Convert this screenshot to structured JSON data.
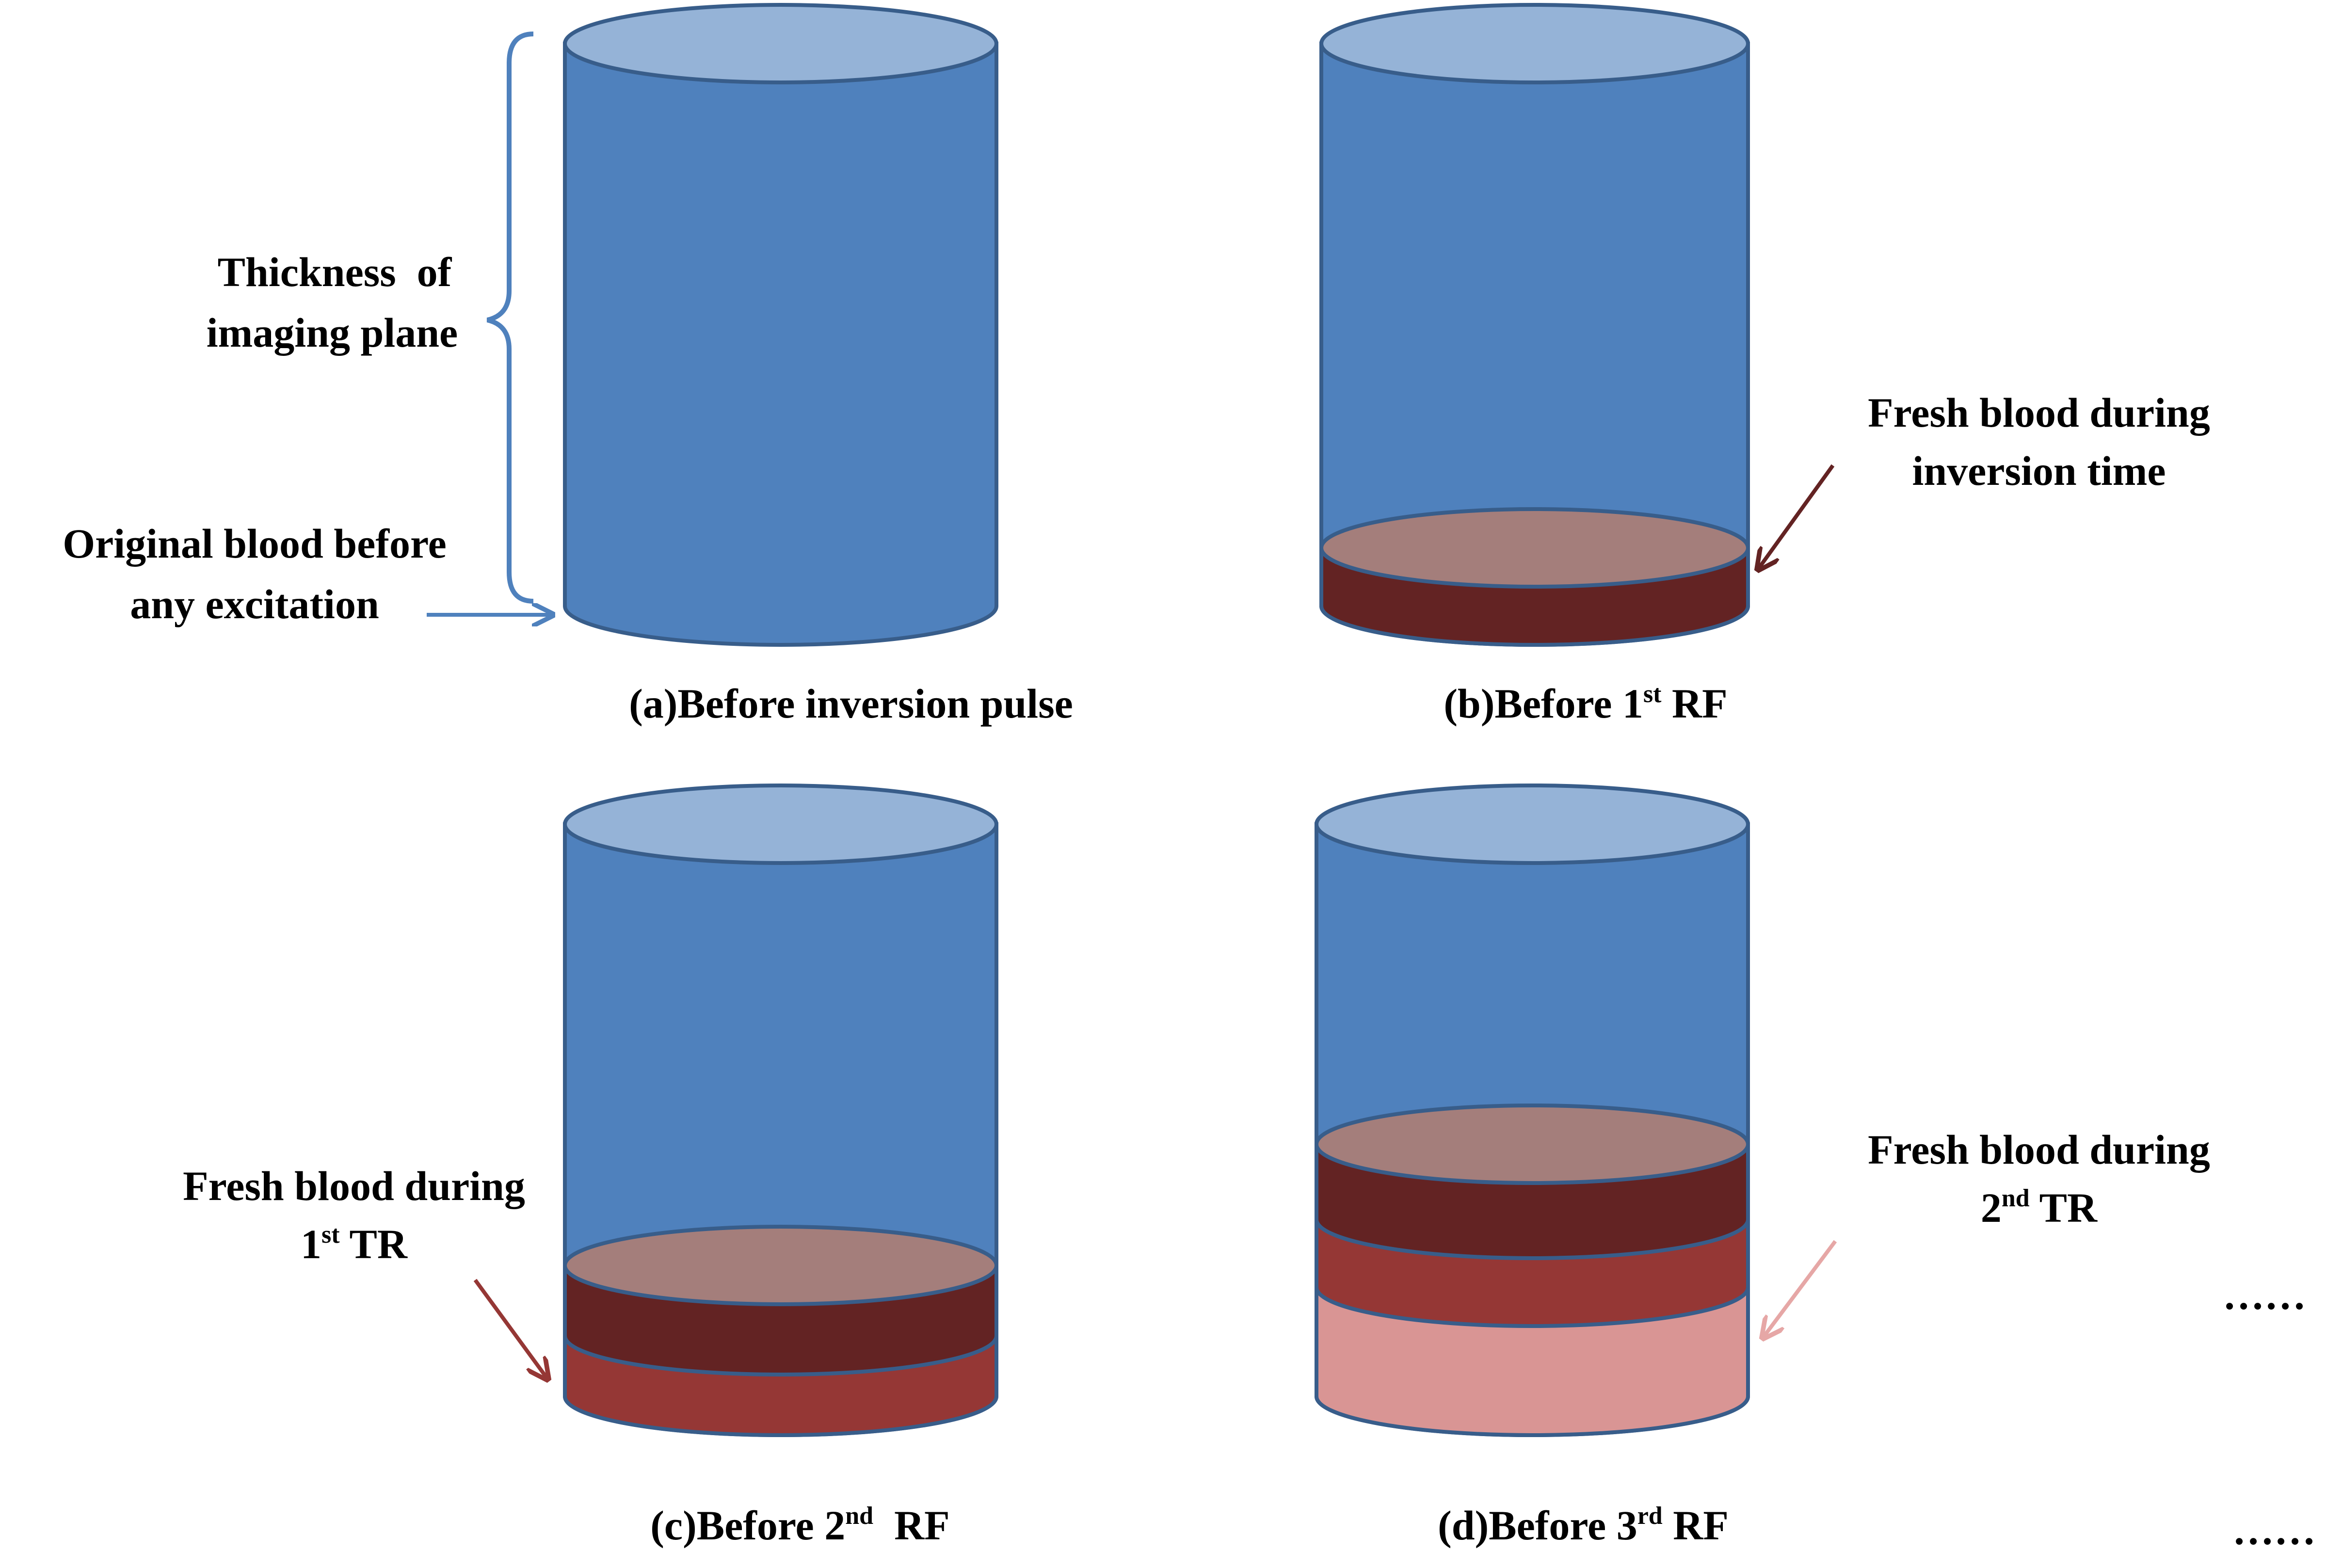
{
  "colors": {
    "cylinder_fill": "#4f81bd",
    "cylinder_top": "#95b3d7",
    "cylinder_stroke": "#385d8a",
    "layer_top_face": "#a47e7b",
    "layer_dark": "#632323",
    "layer_mid": "#953735",
    "layer_light": "#d99594",
    "bracket_arrow": "#4f81bd",
    "arrow_dark": "#632323",
    "arrow_mid": "#953735",
    "arrow_light": "#e6a7a6"
  },
  "panel_a": {
    "bracket_label_line1": "Thickness  of",
    "bracket_label_line2": "imaging plane",
    "original_label_line1": "Original blood before",
    "original_label_line2": "any excitation",
    "caption": "(a)Before inversion pulse"
  },
  "panel_b": {
    "fresh_label_line1": "Fresh blood during",
    "fresh_label_line2": "inversion time",
    "caption_prefix": "(b)Before 1",
    "caption_sup": "st",
    "caption_suffix": " RF"
  },
  "panel_c": {
    "fresh_label_line1": "Fresh blood during",
    "fresh_label_line2_prefix": "1",
    "fresh_label_line2_sup": "st",
    "fresh_label_line2_suffix": " TR",
    "caption_prefix": "(c)Before 2",
    "caption_sup": "nd",
    "caption_suffix": "  RF"
  },
  "panel_d": {
    "fresh_label_line1": "Fresh blood during",
    "fresh_label_line2_prefix": "2",
    "fresh_label_line2_sup": "nd",
    "fresh_label_line2_suffix": " TR",
    "caption_prefix": "(d)Before 3",
    "caption_sup": "rd",
    "caption_suffix": " RF",
    "ellipsis_upper": "……",
    "ellipsis_lower": "……"
  }
}
